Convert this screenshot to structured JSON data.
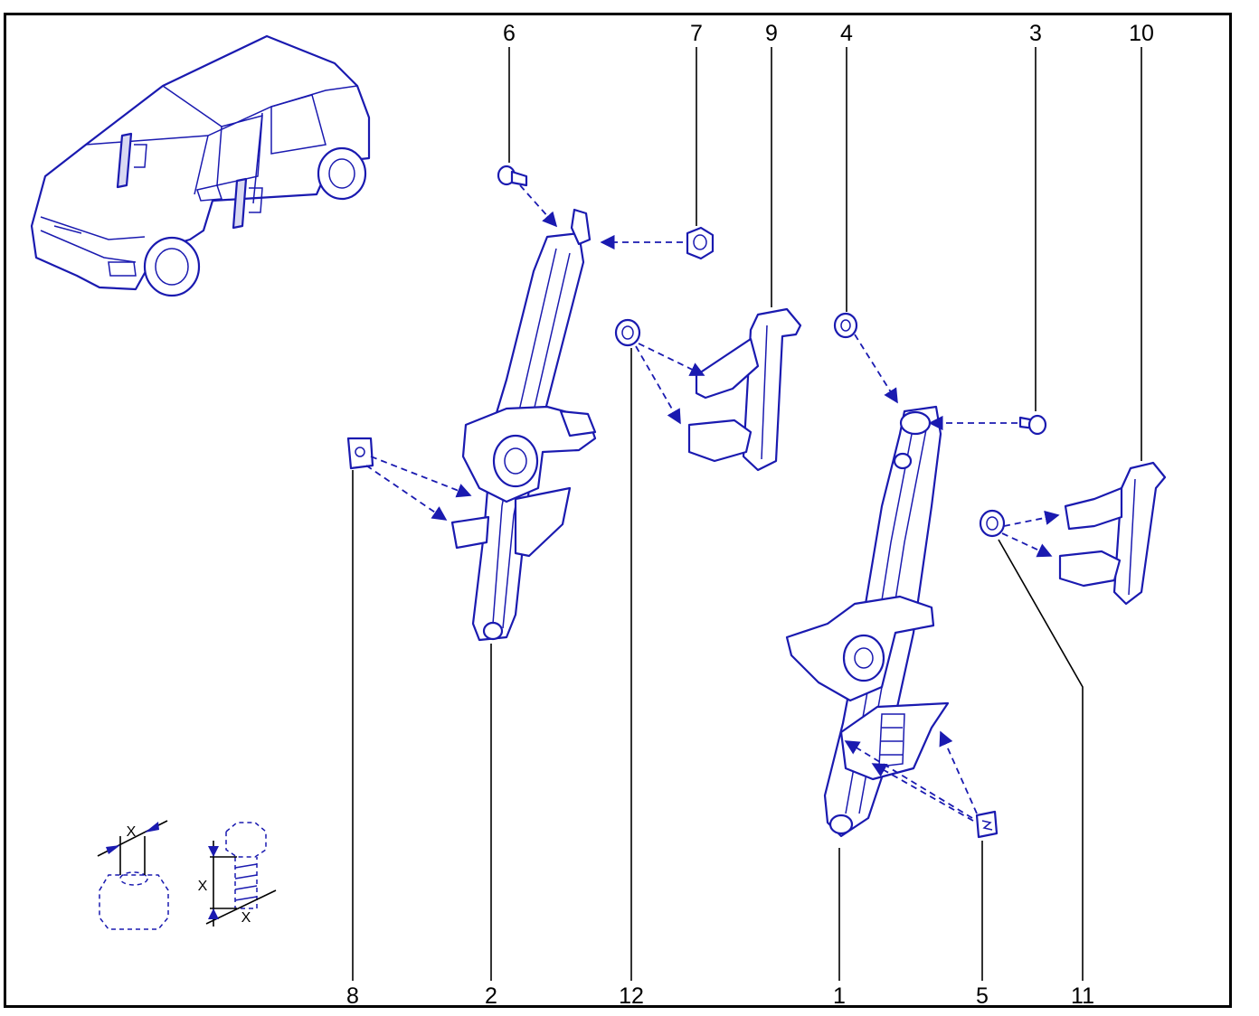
{
  "callouts": {
    "c1": "1",
    "c2": "2",
    "c3": "3",
    "c4": "4",
    "c5": "5",
    "c6": "6",
    "c7": "7",
    "c8": "8",
    "c9": "9",
    "c10": "10",
    "c11": "11",
    "c12": "12"
  },
  "symbols": {
    "nut_dimension": "X",
    "bolt_dimension_side": "X",
    "bolt_dimension_base": "X"
  },
  "colors": {
    "line_art": "#1a1ab0",
    "frame": "#000000"
  }
}
